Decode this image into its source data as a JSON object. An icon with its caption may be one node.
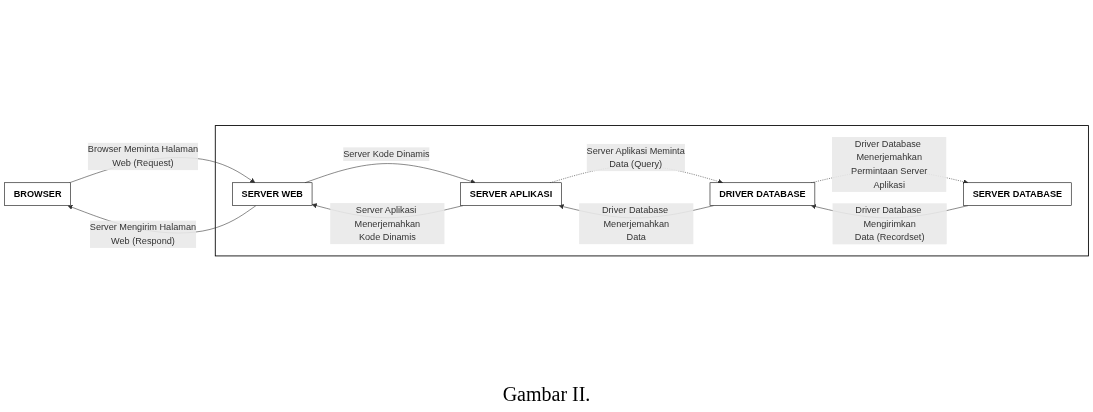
{
  "diagram": {
    "caption": "Gambar II.",
    "nodes": [
      {
        "text": [
          "BROWSER"
        ]
      },
      {
        "text": [],
        "shape": "box"
      },
      {
        "text": [
          "SERVER WEB"
        ],
        "in": 1
      },
      {
        "text": [
          "SERVER APLIKASI"
        ],
        "in": 1
      },
      {
        "text": [
          "DRIVER DATABASE"
        ],
        "in": 1
      },
      {
        "text": [
          "SERVER DATABASE"
        ],
        "in": 1
      }
    ],
    "edges": [
      {
        "from": 2,
        "to": 0,
        "arrow": "to",
        "label": "Server Mengirim Halaman Web (Respond)"
      },
      {
        "from": 0,
        "to": 2,
        "arrow": "to",
        "label": "Browser Meminta Halaman Web (Request)"
      },
      {
        "from": 3,
        "to": 2,
        "arrow": "to",
        "label": "Server Aplikasi Menerjemahkan Kode Dinamis"
      },
      {
        "from": 2,
        "to": 3,
        "arrow": "to",
        "label": "Server Kode Dinamis"
      },
      {
        "from": 4,
        "to": 3,
        "arrow": "to",
        "label": "Driver Database Menerjemahkan Data"
      },
      {
        "from": 3,
        "to": 4,
        "arrow": "to",
        "label": "Server Aplikasi Meminta Data (Query)",
        "style": "dashed"
      },
      {
        "from": 5,
        "to": 4,
        "arrow": "to",
        "label": "Driver Database Mengirimkan Data (Recordset)"
      },
      {
        "from": 4,
        "to": 5,
        "arrow": "to",
        "label": "Driver Database Menerjemahkan Permintaan Server Aplikasi",
        "style": "dashed"
      }
    ]
  }
}
